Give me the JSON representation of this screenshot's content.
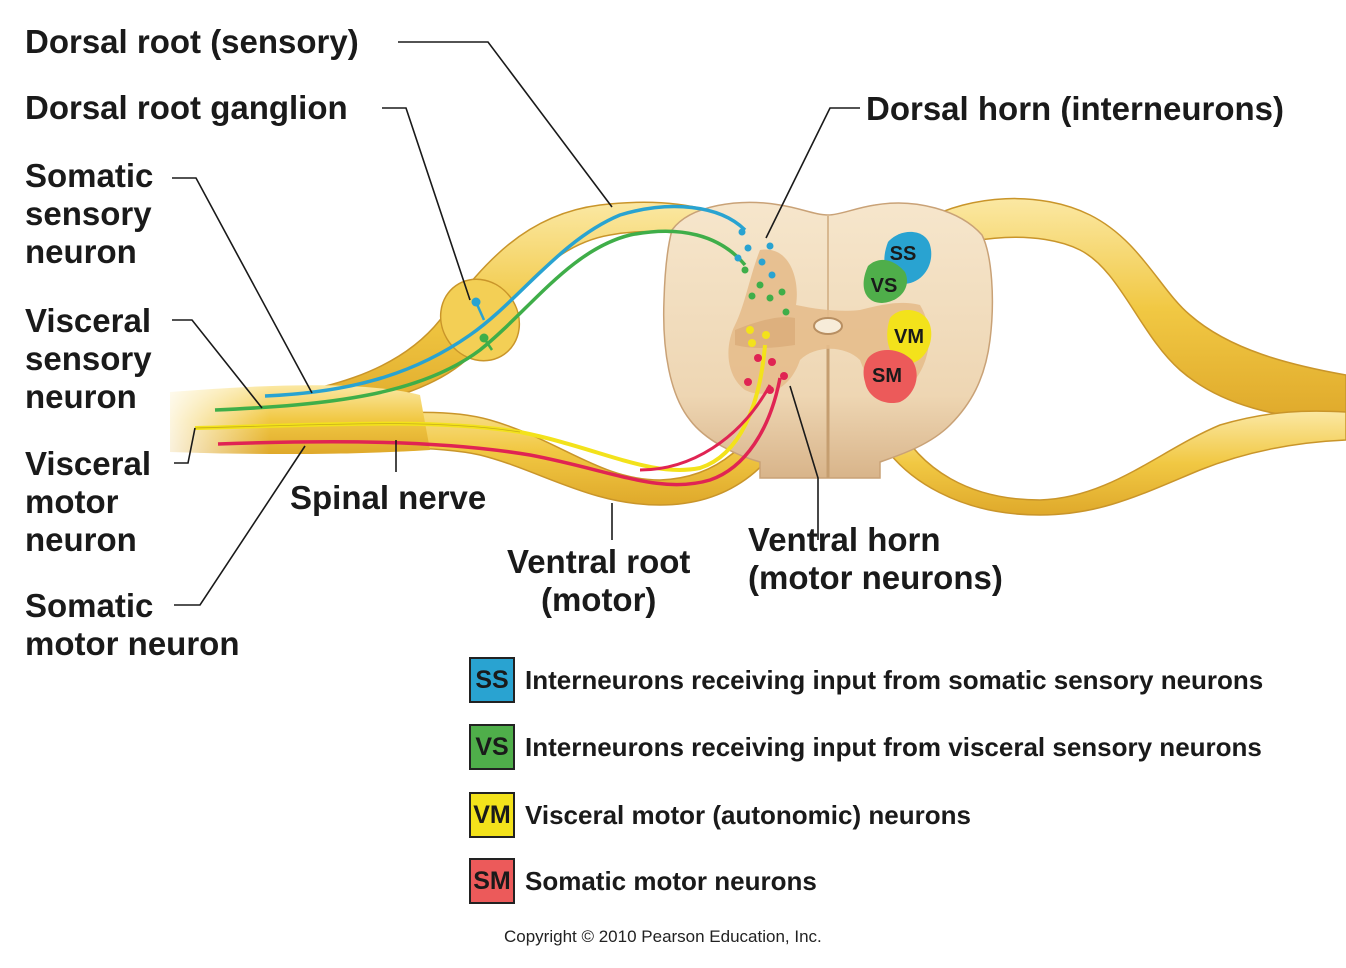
{
  "labels": {
    "dorsal_root": "Dorsal root (sensory)",
    "dorsal_root_ganglion": "Dorsal root ganglion",
    "somatic_sensory_neuron": [
      "Somatic",
      "sensory",
      "neuron"
    ],
    "visceral_sensory_neuron": [
      "Visceral",
      "sensory",
      "neuron"
    ],
    "visceral_motor_neuron": [
      "Visceral",
      "motor",
      "neuron"
    ],
    "somatic_motor_neuron": [
      "Somatic",
      "motor neuron"
    ],
    "spinal_nerve": "Spinal nerve",
    "ventral_root": [
      "Ventral root",
      "(motor)"
    ],
    "ventral_horn": [
      "Ventral horn",
      "(motor neurons)"
    ],
    "dorsal_horn": "Dorsal horn (interneurons)"
  },
  "regions": {
    "ss": "SS",
    "vs": "VS",
    "vm": "VM",
    "sm": "SM"
  },
  "legend": [
    {
      "code": "SS",
      "text": "Interneurons receiving input from somatic sensory neurons",
      "color": "#29a3d1"
    },
    {
      "code": "VS",
      "text": "Interneurons receiving input from visceral sensory neurons",
      "color": "#4fae4a"
    },
    {
      "code": "VM",
      "text": "Visceral motor (autonomic) neurons",
      "color": "#f3e21b"
    },
    {
      "code": "SM",
      "text": "Somatic motor neurons",
      "color": "#ec5a5a"
    }
  ],
  "copyright": "Copyright © 2010 Pearson Education, Inc.",
  "colors": {
    "nerve": "#efc33d",
    "nerve_light": "#fbe79a",
    "cord": "#f1dcbc",
    "grey_matter": "#e2b481",
    "somatic_sensory": "#29a3d1",
    "visceral_sensory": "#3fae49",
    "visceral_motor": "#f3e21b",
    "somatic_motor": "#e02453"
  }
}
